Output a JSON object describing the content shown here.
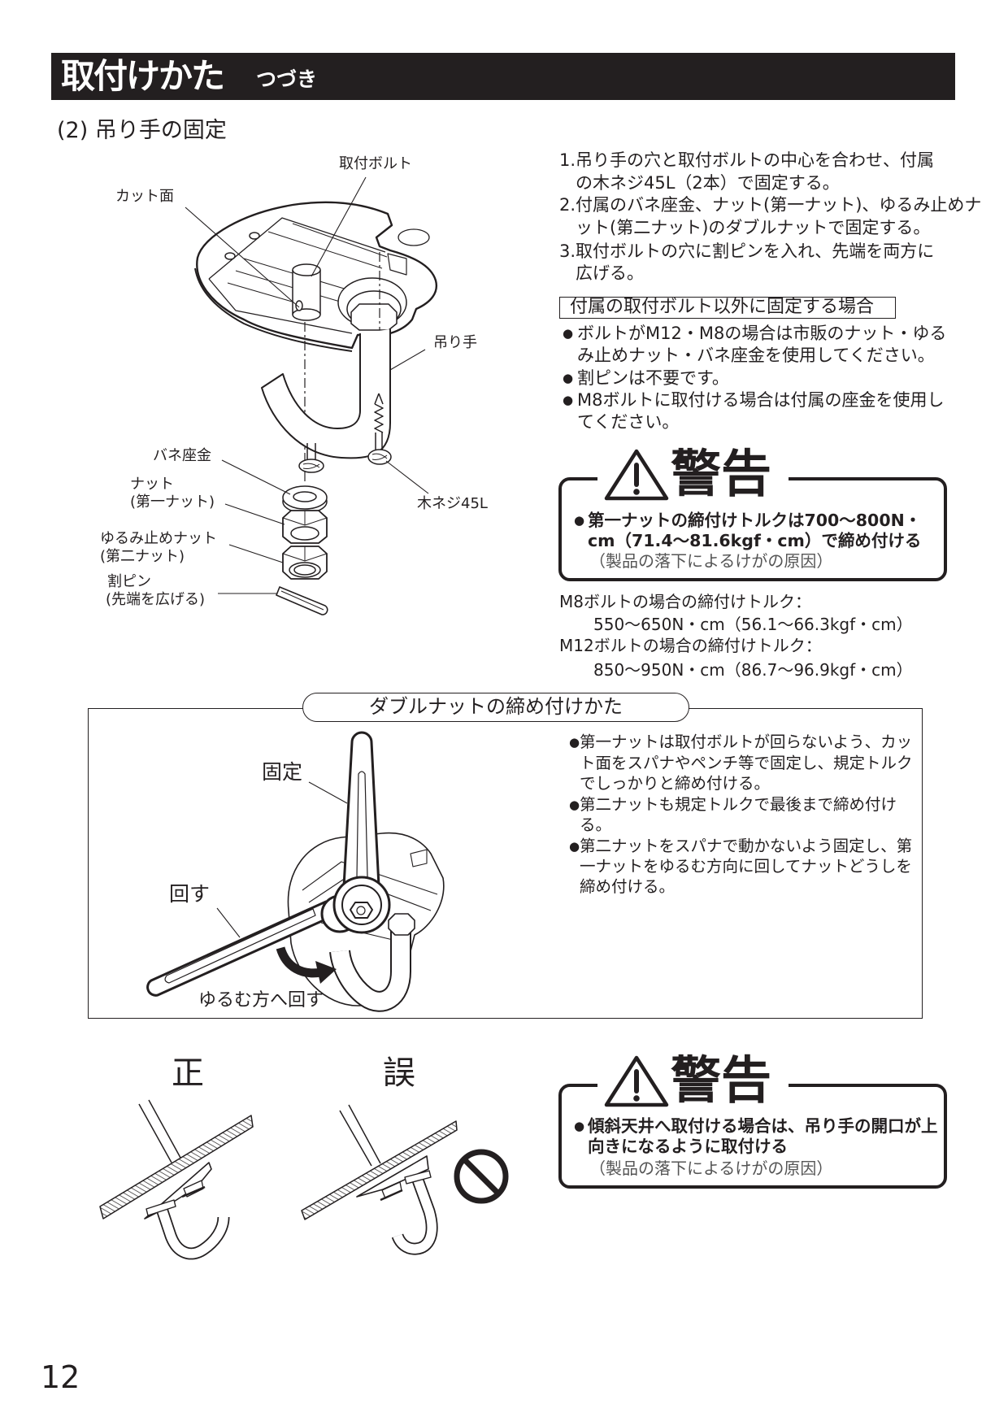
{
  "colors": {
    "ink": "#231f20",
    "header_bg": "#231f20",
    "header_text": "#ffffff",
    "cause_text": "#555555",
    "page_bg": "#ffffff"
  },
  "header": {
    "title": "取付けかた",
    "subtitle": "つづき"
  },
  "section": {
    "heading": "(2) 吊り手の固定"
  },
  "figure1": {
    "labels": {
      "mounting_bolt": "取付ボルト",
      "cut_face": "カット面",
      "hanger": "吊り手",
      "spring_washer": "バネ座金",
      "nut": "ナット",
      "nut_note": "(第一ナット)",
      "lock_nut": "ゆるみ止めナット",
      "lock_nut_note": "(第二ナット)",
      "cotter_pin": "割ピン",
      "cotter_pin_note": "(先端を広げる)",
      "wood_screw": "木ネジ45L"
    }
  },
  "steps": [
    {
      "number": "1.",
      "lines": [
        "吊り手の穴と取付ボルトの中心を合わせ、付属",
        "の木ネジ45L（2本）で固定する。"
      ]
    },
    {
      "number": "2.",
      "lines": [
        "付属のバネ座金、ナット(第一ナット)、ゆるみ止めナ",
        "ット(第二ナット)のダブルナットで固定する。"
      ]
    },
    {
      "number": "3.",
      "lines": [
        "取付ボルトの穴に割ピンを入れ、先端を両方に",
        "広げる。"
      ]
    }
  ],
  "other_bolt": {
    "title": "付属の取付ボルト以外に固定する場合",
    "bullet_icon": "●",
    "bullets": [
      {
        "lines": [
          "ボルトがM12・M8の場合は市販のナット・ゆる",
          "み止めナット・バネ座金を使用してください。"
        ]
      },
      {
        "lines": [
          "割ピンは不要です。"
        ]
      },
      {
        "lines": [
          "M8ボルトに取付ける場合は付属の座金を使用し",
          "てください。"
        ]
      }
    ]
  },
  "warning_1": {
    "icon": "warning-triangle",
    "heading": "警告",
    "bullet_icon": "●",
    "lines": [
      "第一ナットの締付けトルクは700〜800N・",
      "cm（71.4〜81.6kgf・cm）で締め付ける"
    ],
    "cause": "（製品の落下によるけがの原因）"
  },
  "torque": [
    {
      "label": "M8ボルトの場合の締付けトルク：",
      "value": "550〜650N・cm（56.1〜66.3kgf・cm）"
    },
    {
      "label": "M12ボルトの場合の締付けトルク：",
      "value": "850〜950N・cm（86.7〜96.9kgf・cm）"
    }
  ],
  "double_nut": {
    "title": "ダブルナットの締め付けかた",
    "figure_labels": {
      "fixed": "固定",
      "turn": "回す",
      "loosen_direction": "ゆるむ方へ回す"
    },
    "bullet_icon": "●",
    "bullets": [
      {
        "lines": [
          "第一ナットは取付ボルトが回らないよう、カッ",
          "ト面をスパナやペンチ等で固定し、規定トルク",
          "でしっかりと締め付ける。"
        ]
      },
      {
        "lines": [
          "第二ナットも規定トルクで最後まで締め付け",
          "る。"
        ]
      },
      {
        "lines": [
          "第二ナットをスパナで動かないよう固定し、第",
          "一ナットをゆるむ方向に回してナットどうしを",
          "締め付ける。"
        ]
      }
    ]
  },
  "slope_ceiling": {
    "correct_label": "正",
    "incorrect_label": "誤",
    "prohibited_icon": "prohibition-sign"
  },
  "warning_2": {
    "icon": "warning-triangle",
    "heading": "警告",
    "bullet_icon": "●",
    "lines": [
      "傾斜天井へ取付ける場合は、吊り手の開口が上",
      "向きになるように取付ける"
    ],
    "cause": "（製品の落下によるけがの原因）"
  },
  "page_number": "12"
}
